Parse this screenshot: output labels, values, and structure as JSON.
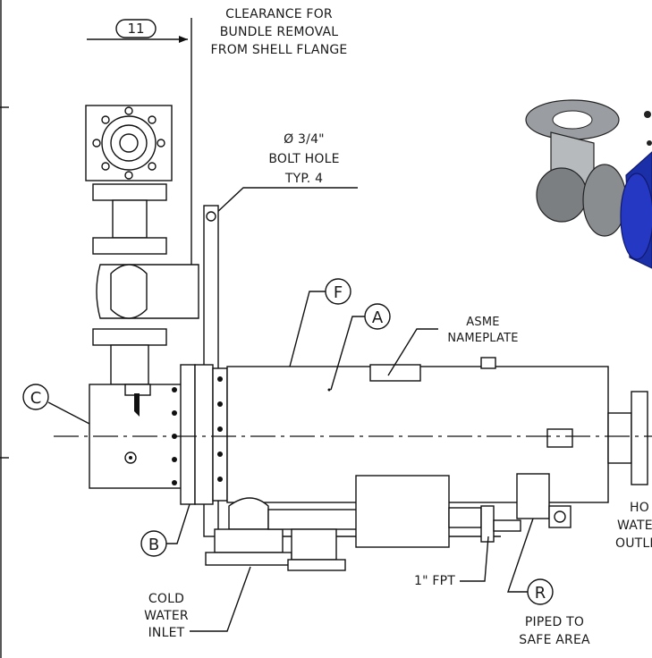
{
  "balloons": {
    "b11": "11",
    "bF": "F",
    "bA": "A",
    "bC": "C",
    "bB": "B",
    "bR": "R"
  },
  "labels": {
    "clearance_1": "CLEARANCE FOR",
    "clearance_2": "BUNDLE REMOVAL",
    "clearance_3": "FROM SHELL FLANGE",
    "bolt_1": "Ø 3/4\"",
    "bolt_2": "BOLT HOLE",
    "bolt_3": "TYP. 4",
    "asme_1": "ASME",
    "asme_2": "NAMEPLATE",
    "fpt": "1\" FPT",
    "cold_1": "COLD",
    "cold_2": "WATER",
    "cold_3": "INLET",
    "piped_1": "PIPED TO",
    "piped_2": "SAFE AREA",
    "hot_1": "HO",
    "hot_2": "WATE",
    "hot_3": "OUTLE"
  },
  "colors": {
    "line": "#111111",
    "valve_blue": "#1b2fa8",
    "valve_gray": "#8a8d90"
  }
}
